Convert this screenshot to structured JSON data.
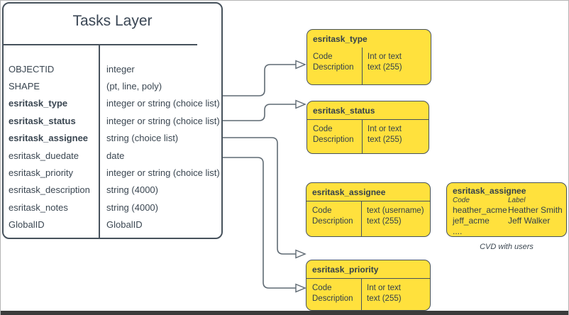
{
  "main_table": {
    "title": "Tasks Layer",
    "rows": [
      {
        "field": "OBJECTID",
        "type": "integer",
        "bold": false
      },
      {
        "field": "SHAPE",
        "type": "(pt, line, poly)",
        "bold": false
      },
      {
        "field": "esritask_type",
        "type": "integer or string (choice list)",
        "bold": true
      },
      {
        "field": "esritask_status",
        "type": "integer or string (choice list)",
        "bold": true
      },
      {
        "field": "esritask_assignee",
        "type": "string (choice list)",
        "bold": true
      },
      {
        "field": "esritask_duedate",
        "type": "date",
        "bold": false
      },
      {
        "field": "esritask_priority",
        "type": "integer or string (choice list)",
        "bold": false
      },
      {
        "field": "esritask_description",
        "type": "string (4000)",
        "bold": false
      },
      {
        "field": "esritask_notes",
        "type": "string (4000)",
        "bold": false
      },
      {
        "field": "GlobalID",
        "type": "GlobalID",
        "bold": false
      }
    ]
  },
  "domain_boxes": [
    {
      "title": "esritask_type",
      "left_rows": [
        "Code",
        "Description"
      ],
      "right_rows": [
        "Int or text",
        "text (255)"
      ]
    },
    {
      "title": "esritask_status",
      "left_rows": [
        "Code",
        "Description"
      ],
      "right_rows": [
        "Int or text",
        "text (255)"
      ]
    },
    {
      "title": "esritask_assignee",
      "left_rows": [
        "Code",
        "Description"
      ],
      "right_rows": [
        "text (username)",
        "text (255)"
      ]
    },
    {
      "title": "esritask_priority",
      "left_rows": [
        "Code",
        "Description"
      ],
      "right_rows": [
        "Int or text",
        "text (255)"
      ]
    }
  ],
  "cvd_box": {
    "title": "esritask_assignee",
    "col_headers": [
      "Code",
      "Label"
    ],
    "rows": [
      [
        "heather_acme",
        "Heather Smith"
      ],
      [
        "jeff_acme",
        "Jeff Walker"
      ]
    ],
    "ellipsis": "....",
    "caption": "CVD with users"
  },
  "colors": {
    "domain_fill": "#FFE13D",
    "shape_border": "#47525C",
    "connector": "#5F6A73",
    "text": "#3A4651",
    "bottom_bar": "#3B3B3B",
    "frame_border": "#B5B5B5"
  }
}
